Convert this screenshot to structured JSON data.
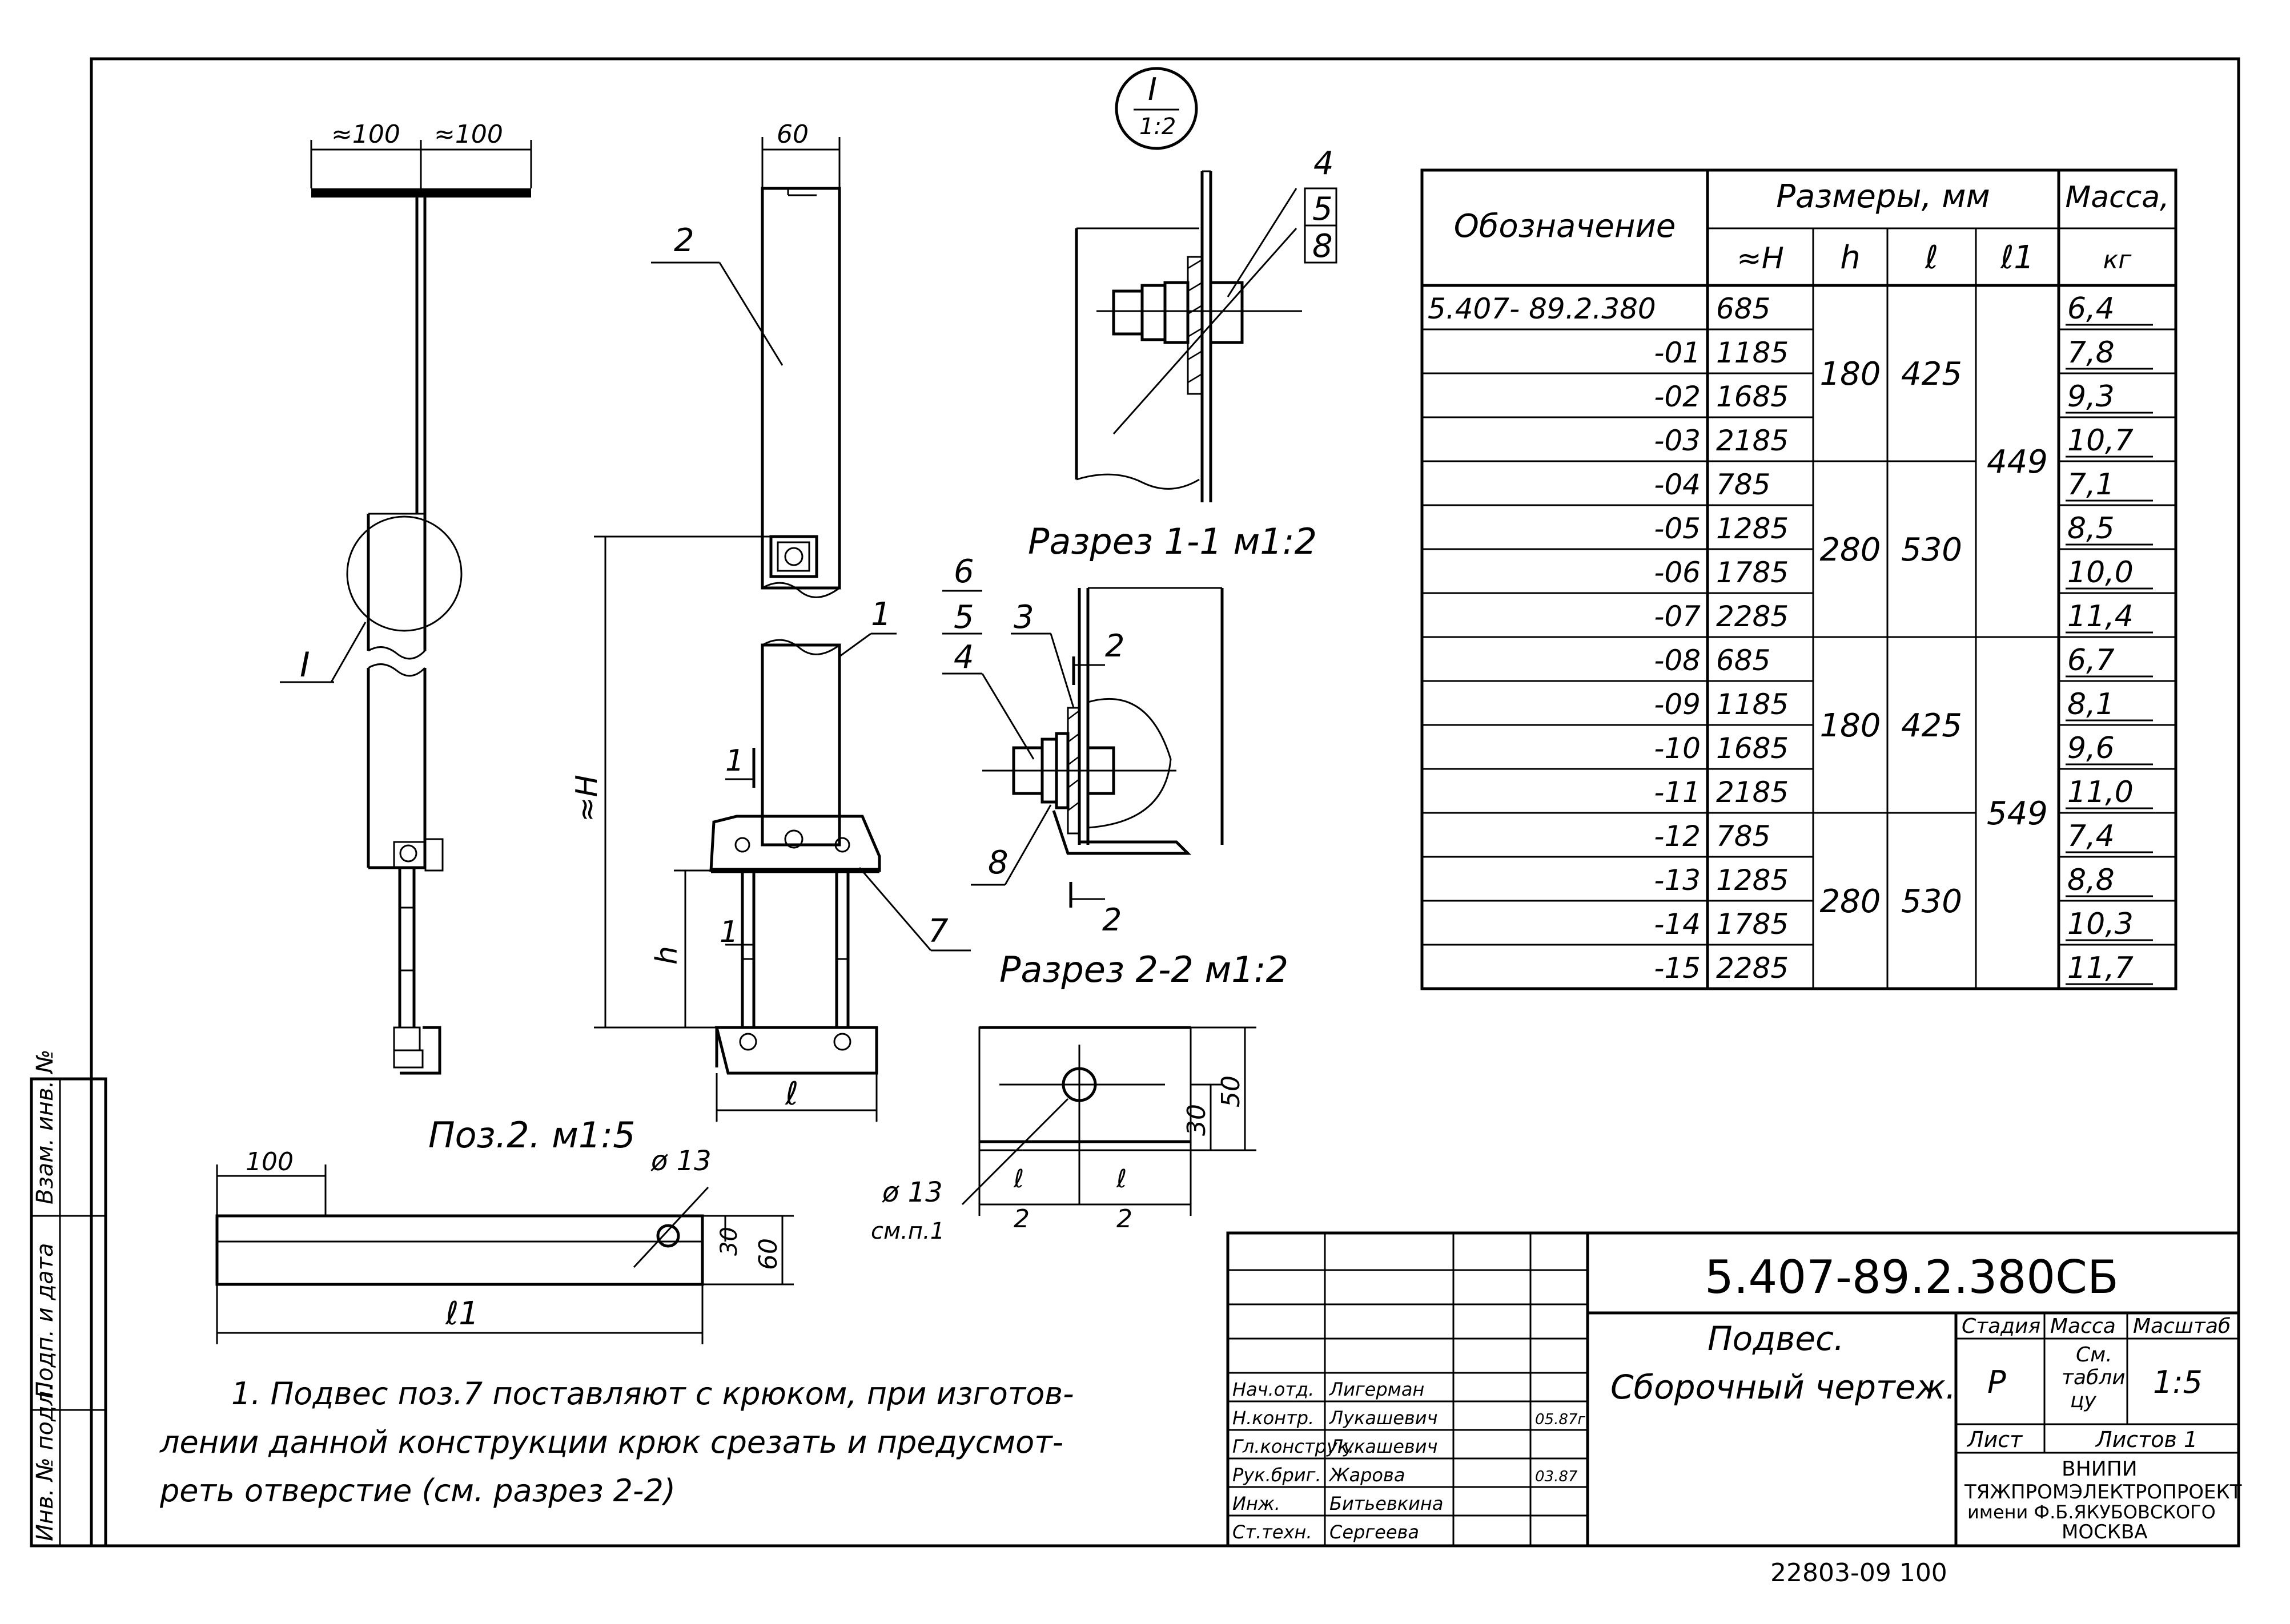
{
  "detail_marker": {
    "number": "I",
    "scale": "1:2"
  },
  "tee_dims": {
    "left": "≈100",
    "right": "≈100"
  },
  "view_labels": {
    "detail_I": "I",
    "width_60": "60",
    "height_H": "≈H",
    "h": "h",
    "l": "ℓ",
    "section_1_mark": "1",
    "section_1_mark_b": "1"
  },
  "position_numbers": {
    "p1": "1",
    "p2": "2",
    "p3": "3",
    "p4": "4",
    "p5": "5",
    "p6": "6",
    "p7": "7",
    "p8": "8",
    "detail_stack": [
      "4",
      "5",
      "8"
    ],
    "section_stack": [
      "6",
      "5",
      "4"
    ],
    "section_2_top": "2",
    "section_2_bottom": "2"
  },
  "section_1_title": "Разрез 1-1 м1:2",
  "section_2_title": "Разрез 2-2 м1:2",
  "section_2_dims": {
    "d13": "ø 13",
    "see_note": "см.п.1",
    "half_l_num": "ℓ",
    "half_l_den": "2",
    "dim_30": "30",
    "dim_50": "50"
  },
  "pos2": {
    "title": "Поз.2. м1:5",
    "dim_100": "100",
    "d13": "ø 13",
    "dim_30": "30",
    "dim_60": "60",
    "l1": "ℓ1"
  },
  "table": {
    "headers": {
      "designation": "Обозначение",
      "sizes": "Размеры, мм",
      "mass": "Масса,",
      "mass_unit": "кг",
      "H": "≈H",
      "h": "h",
      "l": "ℓ",
      "l1": "ℓ1"
    },
    "rows": [
      {
        "designation": "5.407- 89.2.380",
        "H": "685",
        "mass": "6,4"
      },
      {
        "designation": "-01",
        "H": "1185",
        "mass": "7,8"
      },
      {
        "designation": "-02",
        "H": "1685",
        "mass": "9,3"
      },
      {
        "designation": "-03",
        "H": "2185",
        "mass": "10,7"
      },
      {
        "designation": "-04",
        "H": "785",
        "mass": "7,1"
      },
      {
        "designation": "-05",
        "H": "1285",
        "mass": "8,5"
      },
      {
        "designation": "-06",
        "H": "1785",
        "mass": "10,0"
      },
      {
        "designation": "-07",
        "H": "2285",
        "mass": "11,4"
      },
      {
        "designation": "-08",
        "H": "685",
        "mass": "6,7"
      },
      {
        "designation": "-09",
        "H": "1185",
        "mass": "8,1"
      },
      {
        "designation": "-10",
        "H": "1685",
        "mass": "9,6"
      },
      {
        "designation": "-11",
        "H": "2185",
        "mass": "11,0"
      },
      {
        "designation": "-12",
        "H": "785",
        "mass": "7,4"
      },
      {
        "designation": "-13",
        "H": "1285",
        "mass": "8,8"
      },
      {
        "designation": "-14",
        "H": "1785",
        "mass": "10,3"
      },
      {
        "designation": "-15",
        "H": "2285",
        "mass": "11,7"
      }
    ],
    "groups": [
      {
        "h": "180",
        "l": "425"
      },
      {
        "h": "280",
        "l": "530"
      },
      {
        "h": "180",
        "l": "425"
      },
      {
        "h": "280",
        "l": "530"
      }
    ],
    "l1_groups": [
      "449",
      "549"
    ]
  },
  "note": {
    "line1": "1. Подвес поз.7 поставляют с крюком, при изготов-",
    "line2": "лении данной конструкции крюк срезать и предусмот-",
    "line3": "реть отверстие (см. разрез 2-2)"
  },
  "side_stamp": {
    "inv_no": "Инв. № подл.",
    "sign_date": "Подп. и дата",
    "replace_inv": "Взам. инв. №"
  },
  "title_block": {
    "doc_number": "5.407-89.2.380СБ",
    "name_line1": "Подвес.",
    "name_line2": "Сборочный чертеж.",
    "stage_label": "Стадия",
    "mass_label": "Масса",
    "scale_label": "Масштаб",
    "stage_value": "Р",
    "mass_value_1": "См.",
    "mass_value_2": "табли",
    "mass_value_3": "цу",
    "scale_value": "1:5",
    "sheet_label": "Лист",
    "sheets_label": "Листов 1",
    "org_line1": "ВНИПИ",
    "org_line2": "ТЯЖПРОМЭЛЕКТРОПРОЕКТ",
    "org_line3": "имени Ф.Б.ЯКУБОВСКОГО",
    "org_line4": "МОСКВА",
    "signers": [
      {
        "role": "Нач.отд.",
        "name": "Лигерман",
        "date": ""
      },
      {
        "role": "Н.контр.",
        "name": "Лукашевич",
        "date": "05.87г."
      },
      {
        "role": "Гл.конструк.",
        "name": "Лукашевич",
        "date": ""
      },
      {
        "role": "Рук.бриг.",
        "name": "Жарова",
        "date": "03.87"
      },
      {
        "role": "Инж.",
        "name": "Битьевкина",
        "date": ""
      },
      {
        "role": "Ст.техн.",
        "name": "Сергеева",
        "date": ""
      }
    ]
  },
  "archive_number": "22803-09  100"
}
